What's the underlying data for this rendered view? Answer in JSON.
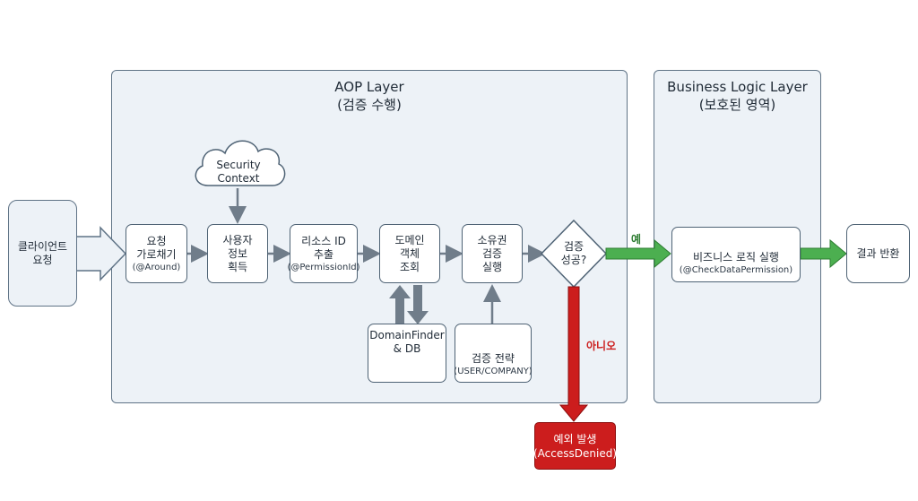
{
  "aop_layer": {
    "title": "AOP Layer",
    "subtitle": "(검증 수행)"
  },
  "business_layer": {
    "title": "Business Logic Layer",
    "subtitle": "(보호된 영역)"
  },
  "client": {
    "line1": "클라이언트",
    "line2": "요청"
  },
  "security_context": {
    "line1": "Security",
    "line2": "Context"
  },
  "steps": {
    "intercept": {
      "line1": "요청",
      "line2": "가로채기",
      "sub": "(@Around)"
    },
    "get_user": {
      "line1": "사용자",
      "line2": "정보",
      "line3": "획득"
    },
    "extract_id": {
      "line1": "리소스 ID",
      "line2": "추출",
      "sub": "(@PermissionId)"
    },
    "fetch_domain": {
      "line1": "도메인",
      "line2": "객체",
      "line3": "조회"
    },
    "ownership": {
      "line1": "소유권",
      "line2": "검증",
      "line3": "실행"
    }
  },
  "decision": {
    "line1": "검증",
    "line2": "성공?"
  },
  "domain_finder": {
    "line1": "DomainFinder",
    "line2": "& DB"
  },
  "strategy": {
    "line1": "검증 전략",
    "line2": "(USER/COMPANY)"
  },
  "business_logic": {
    "line1": "비즈니스 로직 실행",
    "line2": "(@CheckDataPermission)"
  },
  "result": {
    "label": "결과 반환"
  },
  "yes_label": "예",
  "no_label": "아니오",
  "exception": {
    "line1": "예외 발생",
    "line2": "(AccessDenied)"
  },
  "colors": {
    "success": "#4caf50",
    "failure": "#cc1d1d",
    "layer_bg": "#edf2f7",
    "connector": "#707d8a"
  }
}
